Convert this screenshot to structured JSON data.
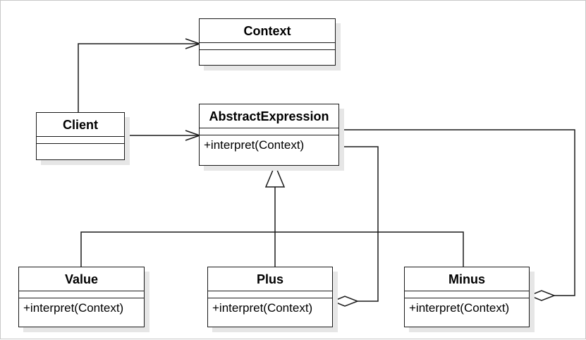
{
  "classes": {
    "context": {
      "name": "Context",
      "operation": ""
    },
    "client": {
      "name": "Client",
      "operation": ""
    },
    "abstract_expression": {
      "name": "AbstractExpression",
      "operation": "+interpret(Context)"
    },
    "value": {
      "name": "Value",
      "operation": "+interpret(Context)"
    },
    "plus": {
      "name": "Plus",
      "operation": "+interpret(Context)"
    },
    "minus": {
      "name": "Minus",
      "operation": "+interpret(Context)"
    }
  },
  "relationships": [
    {
      "type": "association",
      "from": "Client",
      "to": "Context"
    },
    {
      "type": "association",
      "from": "Client",
      "to": "AbstractExpression"
    },
    {
      "type": "generalization",
      "from": "Value",
      "to": "AbstractExpression"
    },
    {
      "type": "generalization",
      "from": "Plus",
      "to": "AbstractExpression"
    },
    {
      "type": "generalization",
      "from": "Minus",
      "to": "AbstractExpression"
    },
    {
      "type": "aggregation",
      "from": "Plus",
      "to": "AbstractExpression"
    },
    {
      "type": "aggregation",
      "from": "Minus",
      "to": "AbstractExpression"
    }
  ]
}
